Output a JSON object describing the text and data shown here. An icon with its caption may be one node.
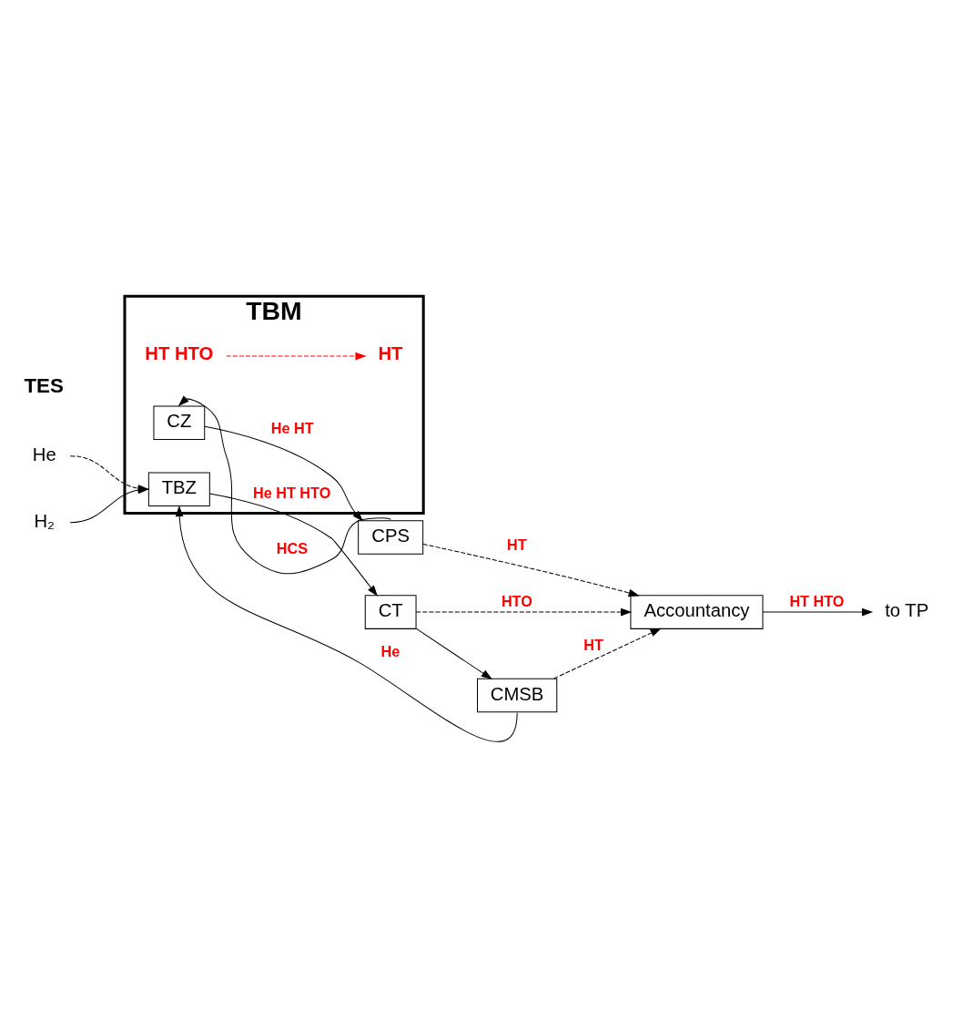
{
  "diagram": {
    "nodes": [
      {
        "text": [
          "TBM"
        ]
      },
      {
        "text": [
          "CZ"
        ],
        "in": 0
      },
      {
        "text": [
          "HT"
        ],
        "in": 0
      },
      {
        "text": [
          "TBZ"
        ],
        "in": 0
      },
      {
        "text": [
          "HT HTO"
        ],
        "in": 0
      },
      {
        "text": [
          "CPS"
        ]
      },
      {
        "text": [
          "Accountancy"
        ]
      },
      {
        "text": [
          "to TP"
        ]
      },
      {
        "text": [
          "CT"
        ]
      },
      {
        "text": [
          "CMSB"
        ]
      },
      {
        "text": [
          "He"
        ]
      },
      {
        "text": [
          "H₂"
        ]
      }
    ],
    "edges": [
      {
        "from": 5,
        "to": 1,
        "arrow": "to",
        "label": "HCS"
      },
      {
        "from": 1,
        "to": 5,
        "arrow": "to",
        "label": "He HT"
      },
      {
        "from": 4,
        "to": 2,
        "arrow": "to",
        "style": "dashed",
        "color": "#ff0000"
      },
      {
        "from": 5,
        "to": 6,
        "arrow": "to",
        "style": "dashed",
        "label": "HT"
      },
      {
        "from": 6,
        "to": 7,
        "arrow": "to",
        "label": "HT HTO"
      },
      {
        "from": 3,
        "to": 8,
        "arrow": "to",
        "label": "He HT HTO"
      },
      {
        "from": 8,
        "to": 6,
        "arrow": "to",
        "style": "dashed",
        "label": "HTO"
      },
      {
        "from": 8,
        "to": 9,
        "arrow": "to"
      },
      {
        "from": 9,
        "to": 6,
        "arrow": "to",
        "style": "dashed",
        "label": "HT"
      },
      {
        "from": 9,
        "to": 3,
        "arrow": "to",
        "label": "He"
      },
      {
        "from": 10,
        "to": 3,
        "arrow": "to",
        "style": "dashed"
      },
      {
        "from": 11,
        "to": 3,
        "arrow": "to"
      }
    ],
    "labels": [
      "TES"
    ]
  }
}
